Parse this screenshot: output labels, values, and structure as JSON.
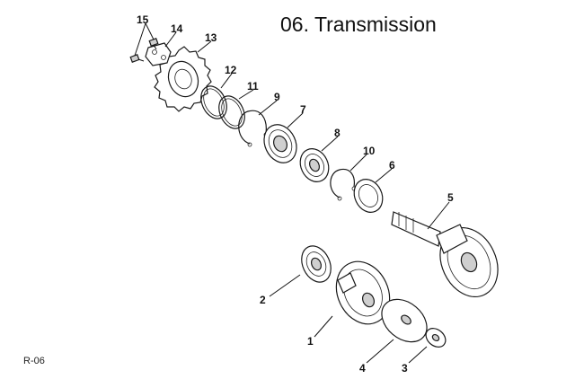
{
  "title": "06. Transmission",
  "reference": "R-06",
  "callouts": [
    "1",
    "2",
    "3",
    "4",
    "5",
    "6",
    "7",
    "8",
    "9",
    "10",
    "11",
    "12",
    "13",
    "14",
    "15"
  ]
}
